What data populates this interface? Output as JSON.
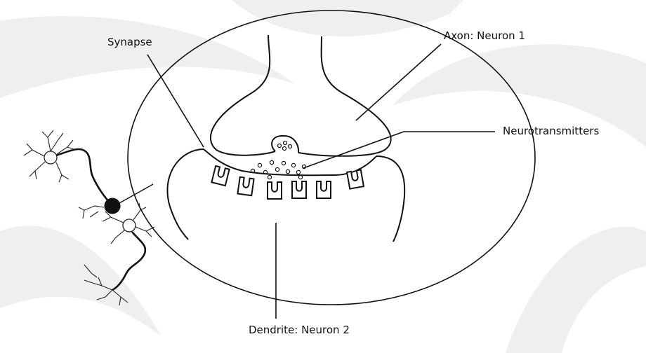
{
  "labels": {
    "synapse": "Synapse",
    "axon": "Axon: Neuron 1",
    "neurotransmitters": "Neurotransmitters",
    "dendrite": "Dendrite: Neuron 2"
  },
  "colors": {
    "ink": "#111111",
    "watermark": "#efefef",
    "background": "#ffffff"
  }
}
